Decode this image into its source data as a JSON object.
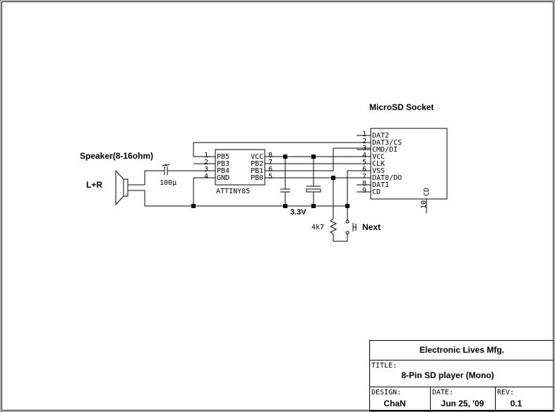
{
  "speaker": {
    "label": "Speaker(8-16ohm)",
    "channel": "L+R"
  },
  "cap_audio": "100μ",
  "ic": {
    "name": "ATTINY85",
    "left_pins": [
      {
        "num": "1",
        "name": "PB5"
      },
      {
        "num": "2",
        "name": "PB3"
      },
      {
        "num": "3",
        "name": "PB4"
      },
      {
        "num": "4",
        "name": "GND"
      }
    ],
    "right_pins": [
      {
        "num": "8",
        "name": "VCC"
      },
      {
        "num": "7",
        "name": "PB2"
      },
      {
        "num": "6",
        "name": "PB1"
      },
      {
        "num": "5",
        "name": "PB0"
      }
    ]
  },
  "power_label": "3.3V",
  "resistor": "4k7",
  "button": "Next",
  "socket": {
    "title": "MicroSD Socket",
    "pins": [
      {
        "num": "1",
        "name": "DAT2"
      },
      {
        "num": "2",
        "name": "DAT3/CS"
      },
      {
        "num": "3",
        "name": "CMD/DI"
      },
      {
        "num": "4",
        "name": "VCC"
      },
      {
        "num": "5",
        "name": "CLK"
      },
      {
        "num": "6",
        "name": "VSS"
      },
      {
        "num": "7",
        "name": "DAT0/DO"
      },
      {
        "num": "8",
        "name": "DAT1"
      },
      {
        "num": "9",
        "name": "CD"
      }
    ],
    "cd_pin": {
      "num": "10",
      "name": "CD"
    }
  },
  "title_block": {
    "company": "Electronic Lives Mfg.",
    "title_label": "TITLE:",
    "title": "8-Pin SD player (Mono)",
    "design_label": "DESIGN:",
    "design": "ChaN",
    "date_label": "DATE:",
    "date": "Jun 25, '09",
    "rev_label": "REV:",
    "rev": "0.1"
  }
}
